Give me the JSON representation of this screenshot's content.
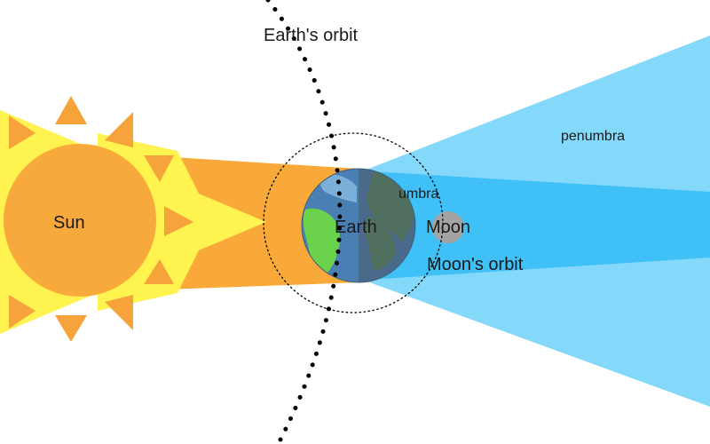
{
  "diagram": {
    "labels": {
      "earths_orbit": "Earth's orbit",
      "sun": "Sun",
      "earth": "Earth",
      "moon": "Moon",
      "moons_orbit": "Moon's orbit",
      "umbra": "umbra",
      "penumbra": "penumbra"
    },
    "colors": {
      "sun": "#F8A93C",
      "sun_rays": "#FFF34F",
      "sun_spikes": "#F5A33A",
      "light_beam": "#F9A93A",
      "penumbra": "#84D8FA",
      "umbra": "#3FC1F8",
      "earth_ocean": "#4A7FB4",
      "earth_land": "#5C8A52",
      "earth_night": "#495A69",
      "earth_day_land": "#6BD24B",
      "moon": "#A3A3A3",
      "orbit_dots": "#000000"
    }
  }
}
